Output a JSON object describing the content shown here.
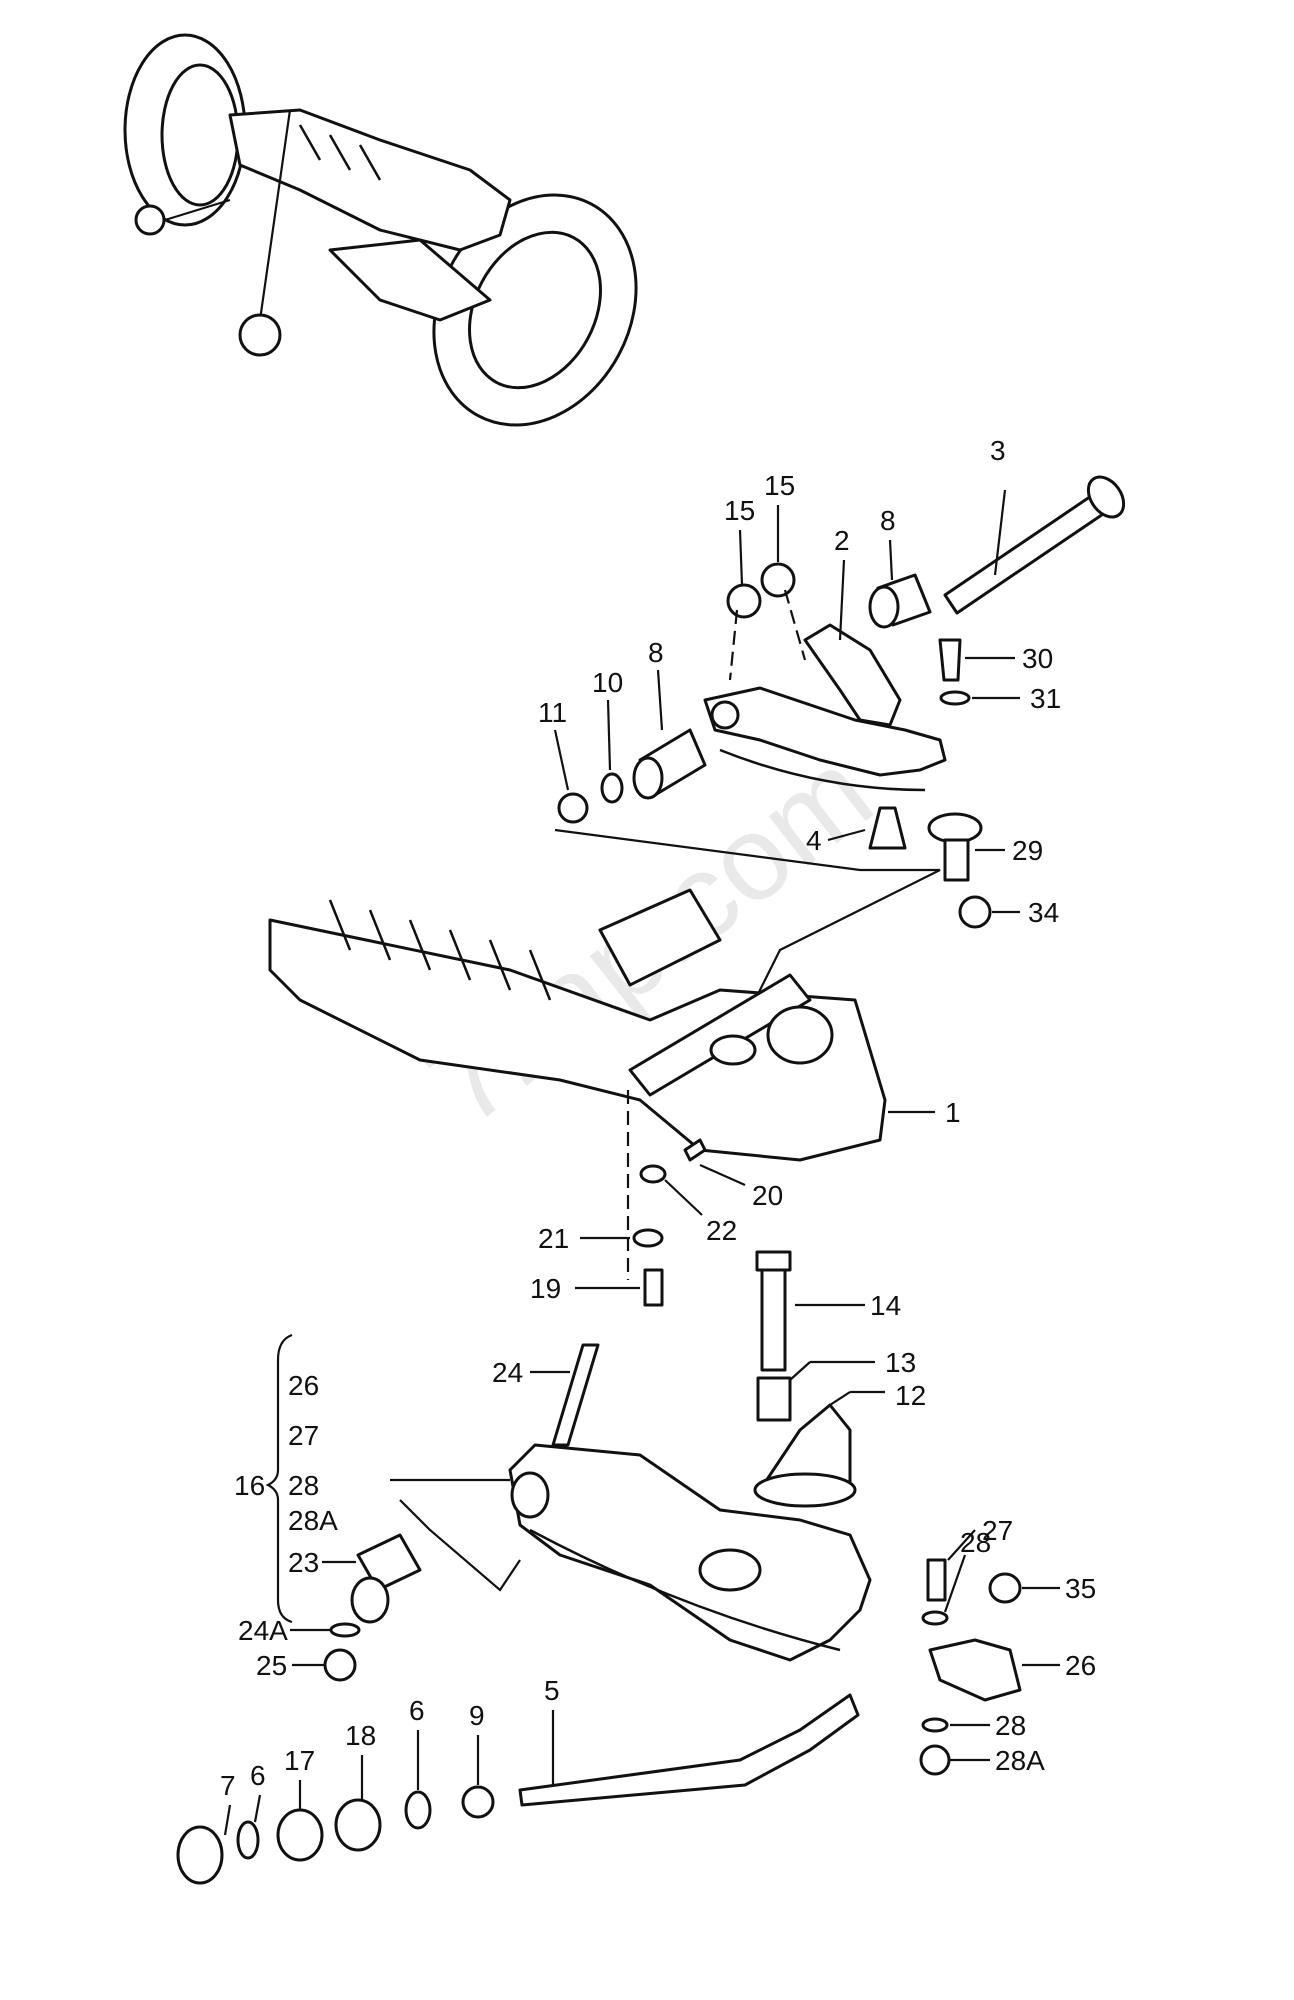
{
  "diagram": {
    "watermark": "7zap.com",
    "bracket_group": {
      "label": "16",
      "items": [
        "26",
        "27",
        "28",
        "28A",
        "23"
      ]
    },
    "labels": {
      "l1": "1",
      "l2": "2",
      "l3": "3",
      "l4": "4",
      "l5": "5",
      "l6a": "6",
      "l6b": "6",
      "l7": "7",
      "l8a": "8",
      "l8b": "8",
      "l9": "9",
      "l10": "10",
      "l11": "11",
      "l12": "12",
      "l13": "13",
      "l14": "14",
      "l15a": "15",
      "l15b": "15",
      "l17": "17",
      "l18": "18",
      "l19": "19",
      "l20": "20",
      "l21": "21",
      "l22": "22",
      "l24": "24",
      "l24A": "24A",
      "l25": "25",
      "l26b": "26",
      "l27b": "27",
      "l28b": "28",
      "l28c": "28",
      "l28Ab": "28A",
      "l29": "29",
      "l30": "30",
      "l31": "31",
      "l34": "34",
      "l35": "35"
    }
  }
}
